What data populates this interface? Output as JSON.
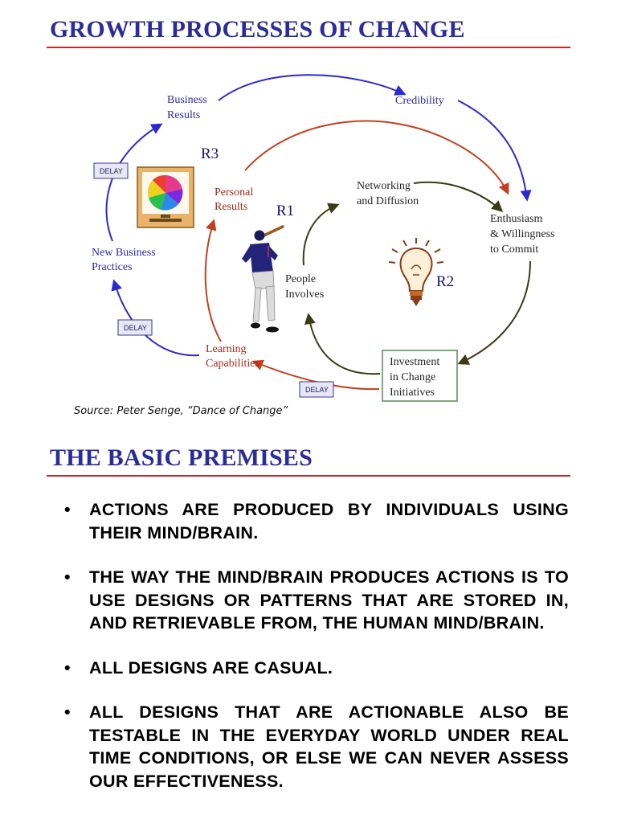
{
  "section1": {
    "title": "GROWTH PROCESSES OF CHANGE"
  },
  "diagram": {
    "labels": {
      "business_results": [
        "Business",
        "Results"
      ],
      "credibility": "Credibility",
      "personal_results": [
        "Personal",
        "Results"
      ],
      "networking": [
        "Networking",
        "and Diffusion"
      ],
      "enthusiasm": [
        "Enthusiasm",
        "& Willingness",
        "to Commit"
      ],
      "new_business": [
        "New Business",
        "Practices"
      ],
      "people": [
        "People",
        "Involves"
      ],
      "learning": [
        "Learning",
        "Capabilities"
      ],
      "investment": [
        "Investment",
        "in Change",
        "Initiatives"
      ]
    },
    "loops": {
      "r1": "R1",
      "r2": "R2",
      "r3": "R3"
    },
    "delay": "DELAY",
    "colors": {
      "blue_arrows": "#2a2ad0",
      "red_arrows": "#c2401e",
      "dark_arrows": "#3a3a14",
      "heading": "#2b2b9a",
      "rule": "#c3282b"
    }
  },
  "source": "Source: Peter Senge, “Dance of Change”",
  "section2": {
    "title": "THE BASIC PREMISES"
  },
  "bullets": [
    "ACTIONS ARE PRODUCED BY INDIVIDUALS USING THEIR MIND/BRAIN.",
    "THE WAY THE MIND/BRAIN PRODUCES ACTIONS IS TO USE DESIGNS OR PATTERNS THAT ARE STORED IN, AND RETRIEVABLE FROM, THE HUMAN MIND/BRAIN.",
    "ALL DESIGNS ARE CASUAL.",
    "ALL DESIGNS THAT ARE ACTIONABLE ALSO BE TESTABLE IN THE EVERYDAY WORLD UNDER REAL TIME CONDITIONS, OR ELSE WE CAN NEVER ASSESS OUR EFFECTIVENESS."
  ],
  "bullet_glyph": "•"
}
